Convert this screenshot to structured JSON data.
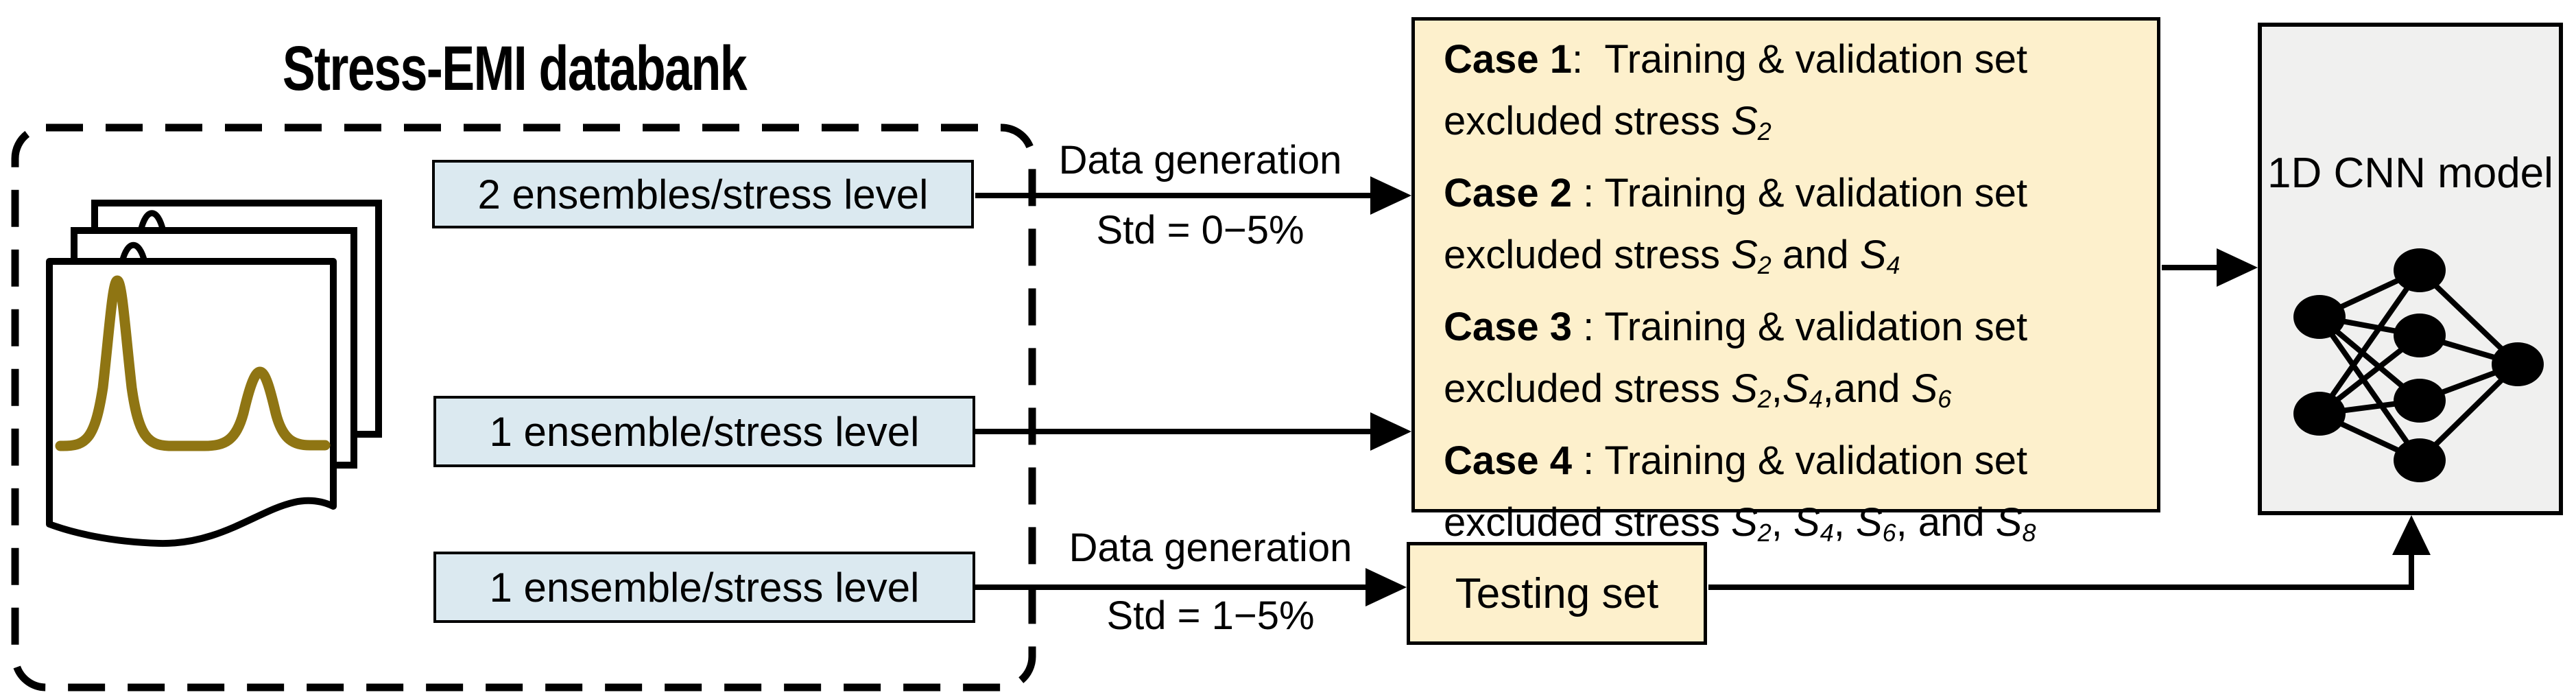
{
  "title": "Stress-EMI databank",
  "databank": {
    "ensembles": [
      {
        "label": "2 ensembles/stress level"
      },
      {
        "label": "1 ensemble/stress level"
      },
      {
        "label": "1 ensemble/stress level"
      }
    ]
  },
  "generation": {
    "top": {
      "label": "Data generation",
      "std": "Std = 0−5%"
    },
    "bottom": {
      "label": "Data generation",
      "std": "Std = 1−5%"
    }
  },
  "cases": [
    {
      "name": "Case 1",
      "sep": ":  ",
      "desc": "Training & validation set",
      "tokens": [
        {
          "t": "excluded stress "
        },
        {
          "t": "S",
          "i": true
        },
        {
          "t": "2",
          "sub": true
        }
      ]
    },
    {
      "name": "Case 2",
      "sep": " : ",
      "desc": "Training & validation set",
      "tokens": [
        {
          "t": "excluded stress "
        },
        {
          "t": "S",
          "i": true
        },
        {
          "t": "2",
          "sub": true
        },
        {
          "t": " and "
        },
        {
          "t": "S",
          "i": true
        },
        {
          "t": "4",
          "sub": true
        }
      ]
    },
    {
      "name": "Case 3",
      "sep": " : ",
      "desc": "Training & validation set",
      "tokens": [
        {
          "t": "excluded stress "
        },
        {
          "t": "S",
          "i": true
        },
        {
          "t": "2",
          "sub": true
        },
        {
          "t": ","
        },
        {
          "t": "S",
          "i": true
        },
        {
          "t": "4",
          "sub": true
        },
        {
          "t": ",and "
        },
        {
          "t": "S",
          "i": true
        },
        {
          "t": "6",
          "sub": true
        }
      ]
    },
    {
      "name": "Case 4",
      "sep": " : ",
      "desc": "Training & validation set",
      "tokens": [
        {
          "t": "excluded stress "
        },
        {
          "t": "S",
          "i": true
        },
        {
          "t": "2",
          "sub": true
        },
        {
          "t": ", "
        },
        {
          "t": "S",
          "i": true
        },
        {
          "t": "4",
          "sub": true
        },
        {
          "t": ", "
        },
        {
          "t": "S",
          "i": true
        },
        {
          "t": "6",
          "sub": true
        },
        {
          "t": ", and "
        },
        {
          "t": "S",
          "i": true
        },
        {
          "t": "8",
          "sub": true
        }
      ]
    }
  ],
  "testing": {
    "label": "Testing set"
  },
  "cnn": {
    "label": "1D CNN model"
  },
  "colors": {
    "ink": "#000000",
    "ensemble_fill": "#DBE9F0",
    "case_fill": "#FDF0CC",
    "cnn_fill": "#F0F0EF",
    "signal": "#8F7513"
  }
}
